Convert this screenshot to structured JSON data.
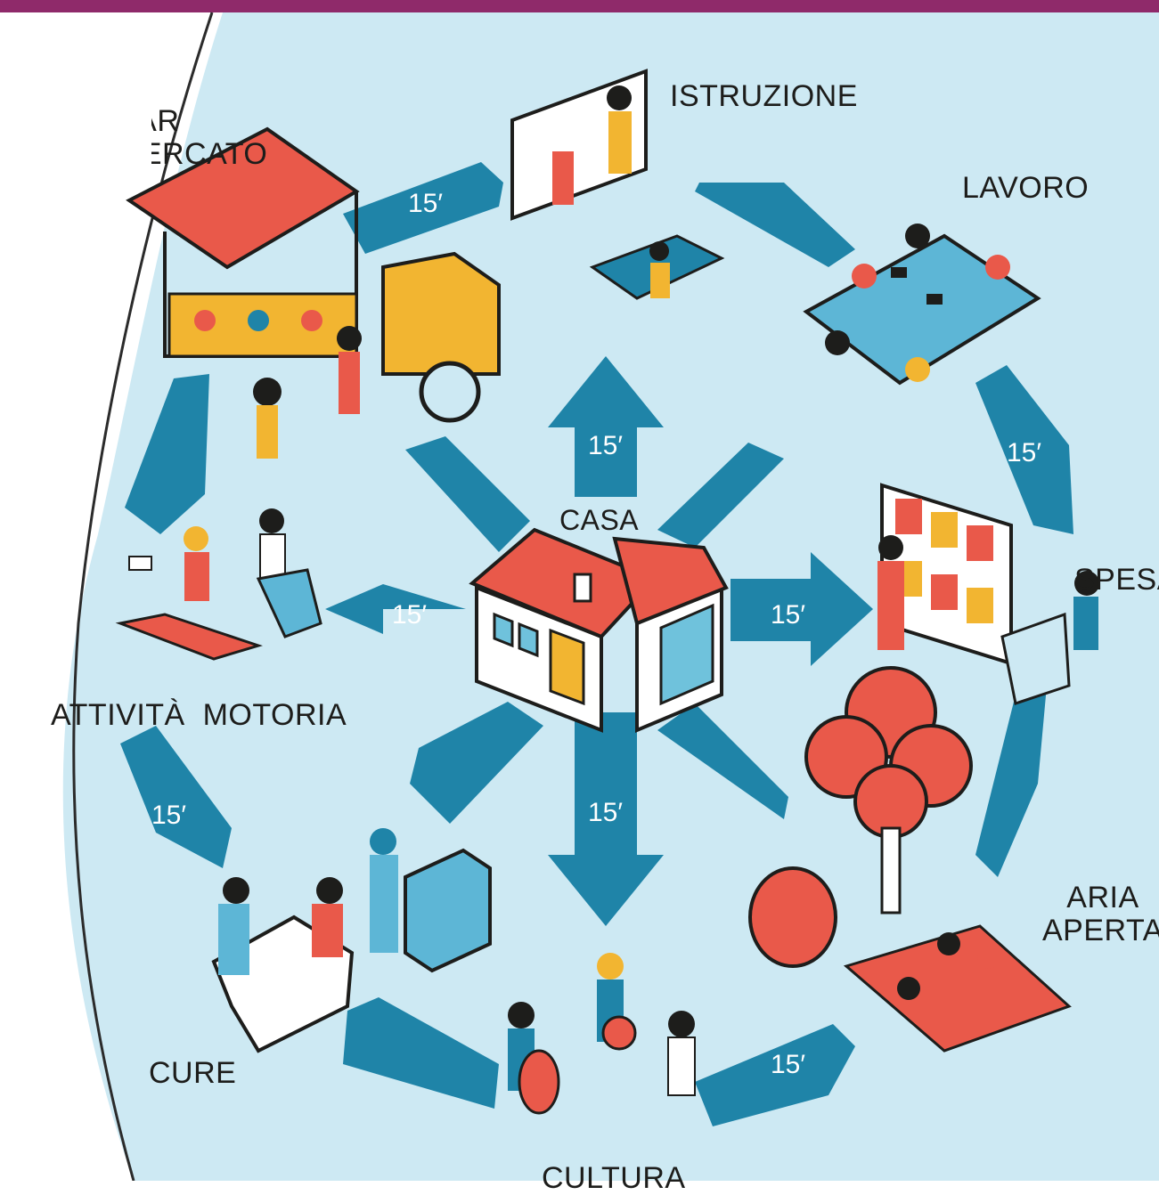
{
  "diagram": {
    "center_label": "CASA",
    "travel_time": "15′",
    "destinations": {
      "top_left": "BAR\nMERCATO",
      "istruzione": "ISTRUZIONE",
      "lavoro": "LAVORO",
      "spesa": "SPESA",
      "aria_aperta": "ARIA\nAPERTA",
      "cultura": "CULTURA",
      "cure": "CURE",
      "attivita_motoria": "ATTIVITÀ  MOTORIA"
    }
  },
  "colors": {
    "background": "#cde9f3",
    "arrow": "#1f84a8",
    "accent_red": "#e9594a",
    "accent_yellow": "#f2b531",
    "header_band": "#8f2a6a",
    "outline": "#1d1d1b"
  }
}
